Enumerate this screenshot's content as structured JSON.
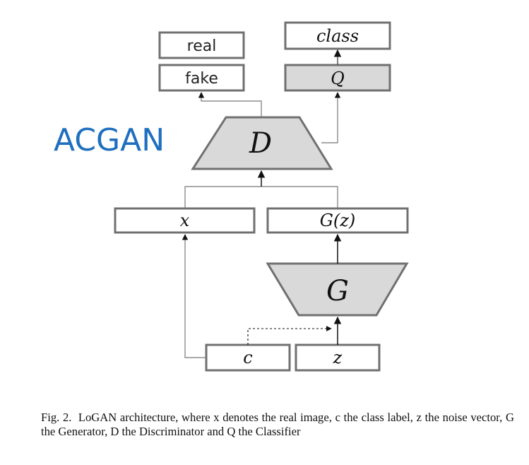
{
  "diagram": {
    "model_title": "ACGAN",
    "nodes": {
      "real": "real",
      "fake": "fake",
      "class": "class",
      "Q": "Q",
      "D": "D",
      "x": "x",
      "Gz": "G(z)",
      "G": "G",
      "c": "c",
      "z": "z"
    }
  },
  "caption": {
    "label": "Fig. 2.",
    "text": "LoGAN architecture, where x denotes the real image, c the class label, z the noise vector, G the Generator, D the Discriminator and Q the Classifier"
  },
  "colors": {
    "box_stroke": "#707070",
    "shaded_fill": "#d9d9d9",
    "title_blue": "#1f6fbf"
  }
}
